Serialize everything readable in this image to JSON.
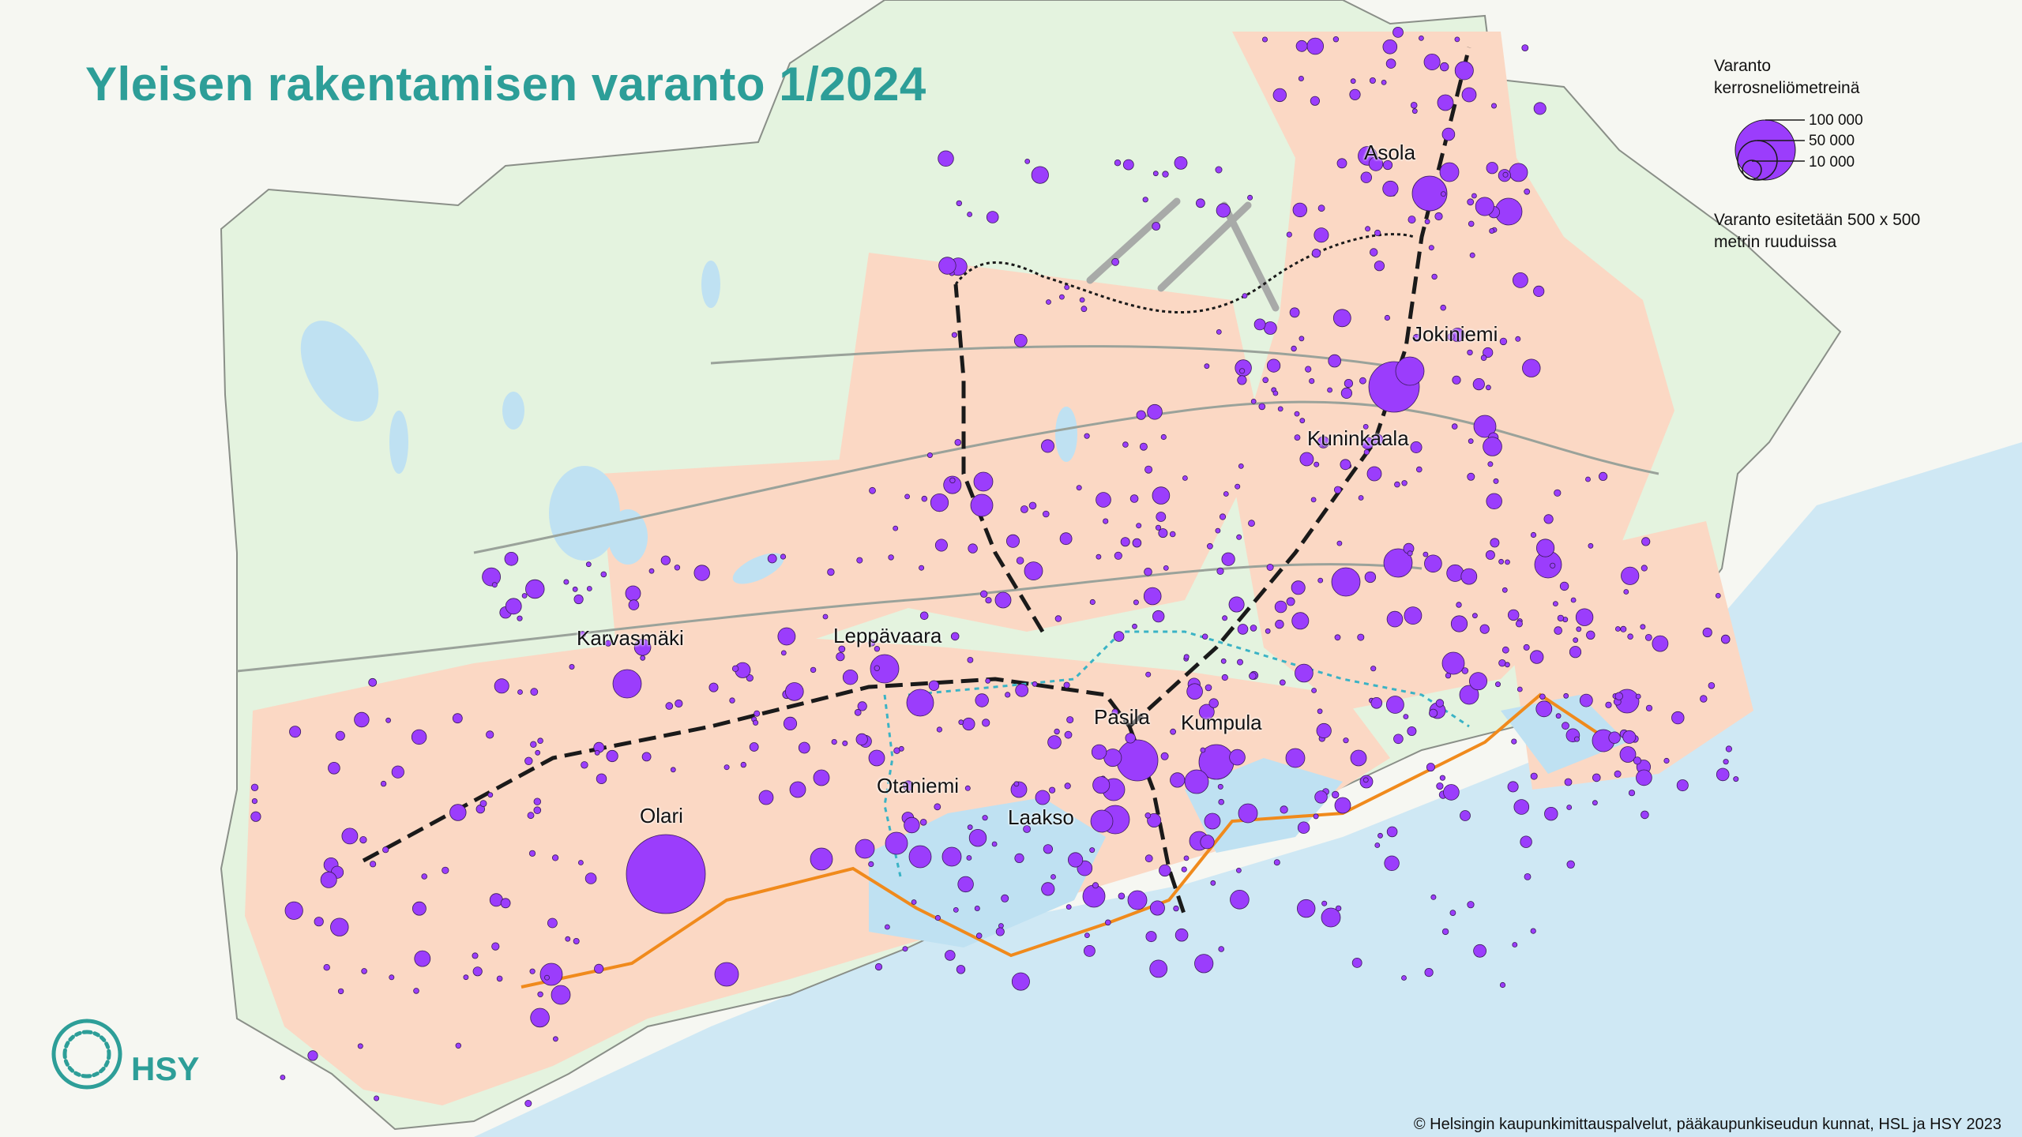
{
  "title": "Yleisen rakentamisen varanto 1/2024",
  "legend": {
    "heading": "Varanto kerrosneliömetreinä",
    "sizes": [
      "100 000",
      "50 000",
      "10 000"
    ],
    "note": "Varanto esitetään 500 x 500 metrin ruuduissa"
  },
  "places": {
    "asola": "Asola",
    "jokiniemi": "Jokiniemi",
    "kuninkaala": "Kuninkaala",
    "karvasmaki": "Karvasmäki",
    "leppavaara": "Leppävaara",
    "pasila": "Pasila",
    "kumpula": "Kumpula",
    "otaniemi": "Otaniemi",
    "laakso": "Laakso",
    "olari": "Olari"
  },
  "logo_text": "HSY",
  "credit": "© Helsingin kaupunkimittauspalvelut, pääkaupunkiseudun kunnat, HSL ja HSY 2023",
  "colors": {
    "title": "#2d9e98",
    "bubble": "#9b3dfc",
    "land": "#e3f3df",
    "urban": "#fbd7c2",
    "water": "#bfe1f2",
    "rail": "#1a1a1a",
    "metro": "#f08a1c",
    "tram": "#3ab3c5"
  }
}
